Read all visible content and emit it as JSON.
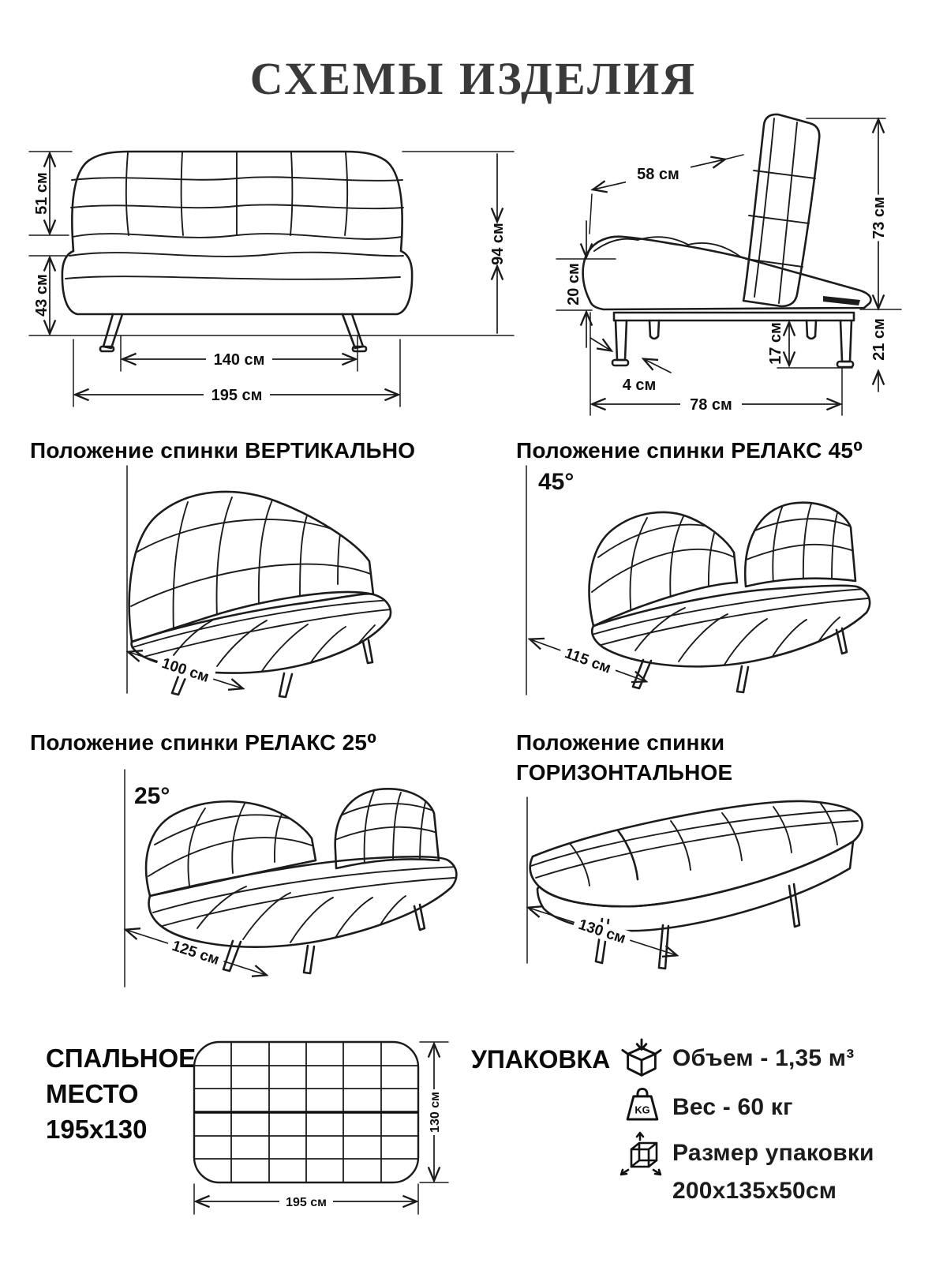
{
  "page": {
    "title": "СХЕМЫ ИЗДЕЛИЯ"
  },
  "front_view": {
    "back_height": "51 см",
    "seat_height": "43 см",
    "total_height": "94 см",
    "between_legs": "140 см",
    "total_width": "195 см"
  },
  "side_view": {
    "seat_depth": "58 см",
    "back_length": "73 см",
    "seat_thickness": "20 см",
    "leg_height": "17 см",
    "base_clearance": "21 см",
    "leg_width": "4 см",
    "total_depth": "78 см"
  },
  "positions": {
    "vertical": {
      "title": "Положение спинки ВЕРТИКАЛЬНО",
      "depth": "100 см"
    },
    "relax45": {
      "title": "Положение спинки РЕЛАКС 45⁰",
      "angle": "45°",
      "depth": "115 см"
    },
    "relax25": {
      "title": "Положение спинки РЕЛАКС 25⁰",
      "angle": "25°",
      "depth": "125 см"
    },
    "horizontal": {
      "title": "Положение спинки ГОРИЗОНТАЛЬНОЕ",
      "depth": "130 см"
    }
  },
  "sleeping_area": {
    "label_line1": "СПАЛЬНОЕ",
    "label_line2": "МЕСТО",
    "label_line3": "195х130",
    "depth": "130 см",
    "width": "195 см"
  },
  "packaging": {
    "title": "УПАКОВКА",
    "volume": "Объем - 1,35 м³",
    "weight": "Вес - 60 кг",
    "size_label": "Размер упаковки",
    "size_value": "200х135х50см",
    "kg_badge": "KG"
  }
}
